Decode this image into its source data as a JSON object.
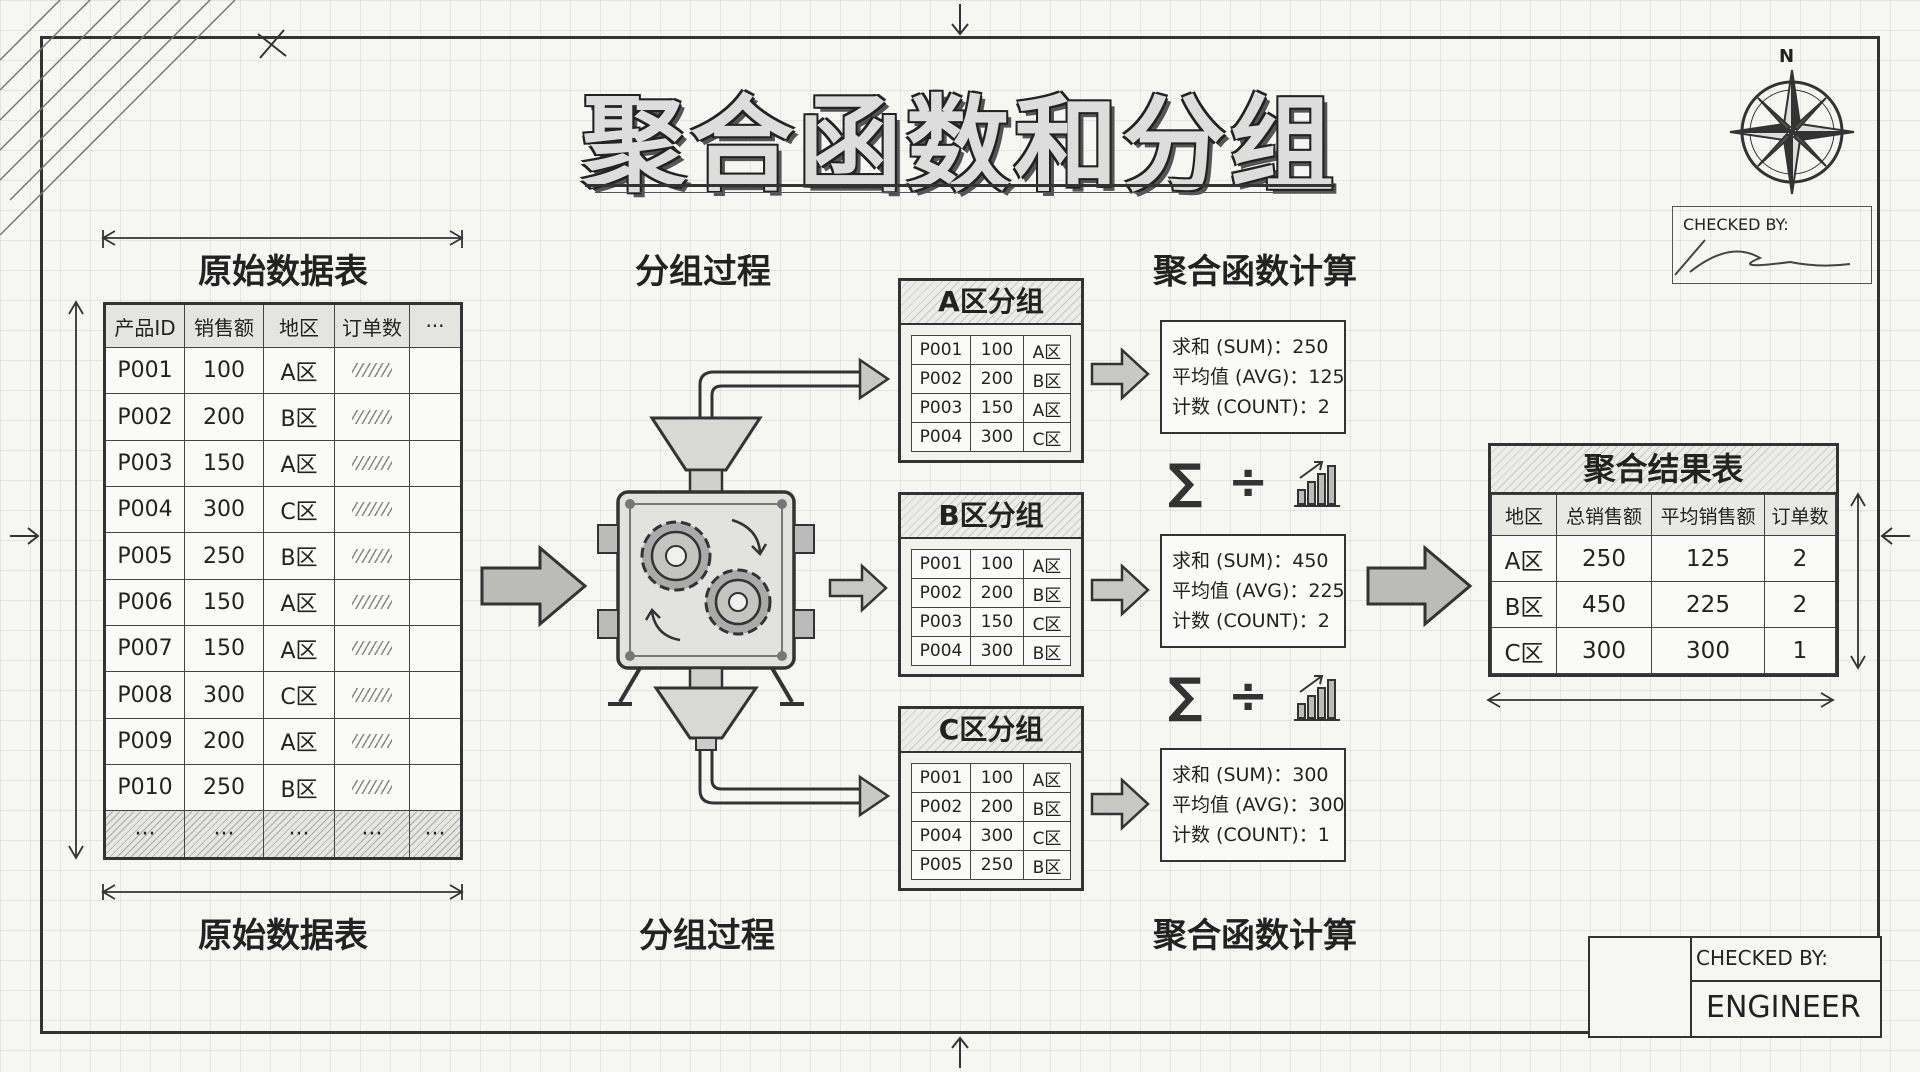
{
  "title": "聚合函数和分组",
  "labels": {
    "raw_top": "原始数据表",
    "raw_bottom": "原始数据表",
    "group_top": "分组过程",
    "group_bottom": "分组过程",
    "agg_top": "聚合函数计算",
    "agg_bottom": "聚合函数计算"
  },
  "raw_table": {
    "headers": [
      "产品ID",
      "销售额",
      "地区",
      "订单数",
      "···"
    ],
    "rows": [
      [
        "P001",
        "100",
        "A区"
      ],
      [
        "P002",
        "200",
        "B区"
      ],
      [
        "P003",
        "150",
        "A区"
      ],
      [
        "P004",
        "300",
        "C区"
      ],
      [
        "P005",
        "250",
        "B区"
      ],
      [
        "P006",
        "150",
        "A区"
      ],
      [
        "P007",
        "150",
        "A区"
      ],
      [
        "P008",
        "300",
        "C区"
      ],
      [
        "P009",
        "200",
        "A区"
      ],
      [
        "P010",
        "250",
        "B区"
      ]
    ],
    "ellipsis": "···"
  },
  "groups": [
    {
      "title": "A区分组",
      "rows": [
        [
          "P001",
          "100",
          "A区"
        ],
        [
          "P002",
          "200",
          "B区"
        ],
        [
          "P003",
          "150",
          "A区"
        ],
        [
          "P004",
          "300",
          "C区"
        ]
      ]
    },
    {
      "title": "B区分组",
      "rows": [
        [
          "P001",
          "100",
          "A区"
        ],
        [
          "P002",
          "200",
          "B区"
        ],
        [
          "P003",
          "150",
          "C区"
        ],
        [
          "P004",
          "300",
          "B区"
        ]
      ]
    },
    {
      "title": "C区分组",
      "rows": [
        [
          "P001",
          "100",
          "A区"
        ],
        [
          "P002",
          "200",
          "B区"
        ],
        [
          "P004",
          "300",
          "C区"
        ],
        [
          "P005",
          "250",
          "B区"
        ]
      ]
    }
  ],
  "aggregates": [
    {
      "sum": "求和 (SUM)：250",
      "avg": "平均值 (AVG)：125",
      "count": "计数 (COUNT)：2"
    },
    {
      "sum": "求和 (SUM)：450",
      "avg": "平均值 (AVG)：225",
      "count": "计数 (COUNT)：2"
    },
    {
      "sum": "求和 (SUM)：300",
      "avg": "平均值 (AVG)：300",
      "count": "计数 (COUNT)：1"
    }
  ],
  "result_table": {
    "title": "聚合结果表",
    "headers": [
      "地区",
      "总销售额",
      "平均销售额",
      "订单数"
    ],
    "rows": [
      [
        "A区",
        "250",
        "125",
        "2"
      ],
      [
        "B区",
        "450",
        "225",
        "2"
      ],
      [
        "C区",
        "300",
        "300",
        "1"
      ]
    ]
  },
  "stamps": {
    "checked_by_top": "CHECKED BY:",
    "checked_by_bottom": "CHECKED BY:",
    "engineer": "ENGINEER",
    "compass_n": "N"
  },
  "icons": [
    "sigma-icon",
    "divide-icon",
    "bar-chart-icon",
    "gears-icon",
    "funnel-icon",
    "compass-icon",
    "arrow-right-icon"
  ],
  "colors": {
    "ink": "#222222",
    "paper": "#f6f6f3",
    "grid": "#dcdcd9"
  }
}
